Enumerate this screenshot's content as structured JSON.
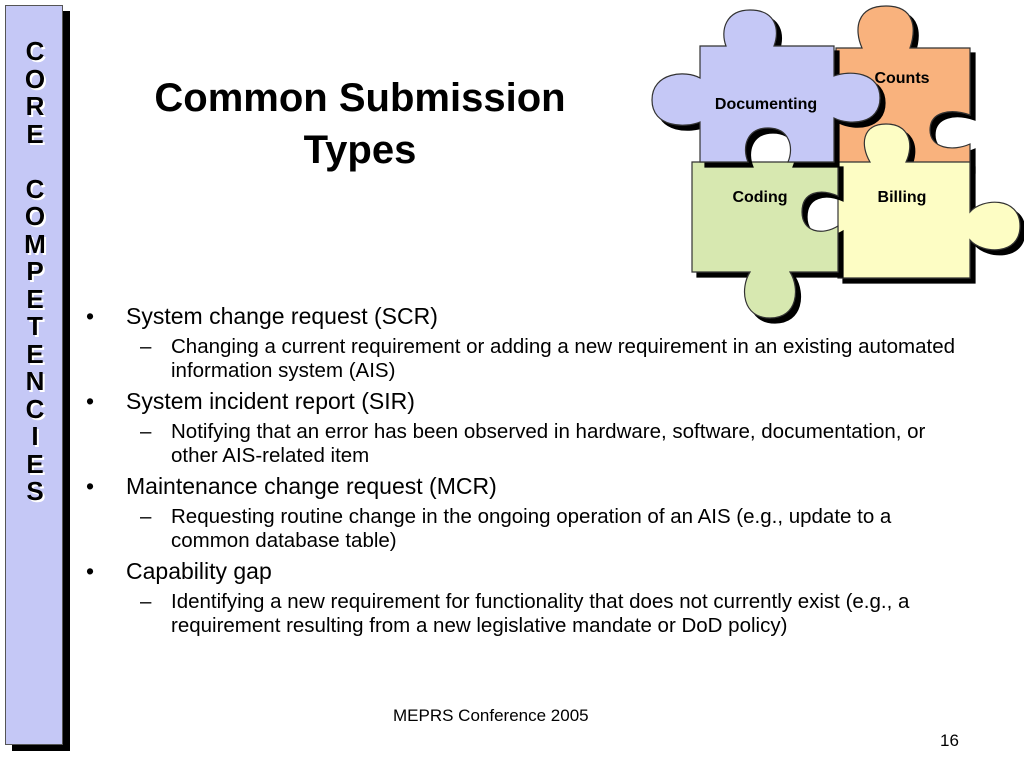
{
  "sidebar": {
    "letters": [
      "C",
      "O",
      "R",
      "E",
      "",
      "C",
      "O",
      "M",
      "P",
      "E",
      "T",
      "E",
      "N",
      "C",
      "I",
      "E",
      "S"
    ]
  },
  "slide": {
    "title_line1": "Common Submission",
    "title_line2": "Types"
  },
  "puzzle": {
    "pieces": [
      {
        "label": "Counts",
        "color": "#f9b27d"
      },
      {
        "label": "Documenting",
        "color": "#c5c8f6"
      },
      {
        "label": "Coding",
        "color": "#d7e8b0"
      },
      {
        "label": "Billing",
        "color": "#fdfdc4"
      }
    ]
  },
  "bullets": [
    {
      "main": "System change request (SCR)",
      "sub": "Changing a current requirement or adding a new requirement in an existing automated information system (AIS)"
    },
    {
      "main": "System incident report (SIR)",
      "sub": "Notifying that an error has been observed in hardware, software, documentation, or other AIS-related item"
    },
    {
      "main": "Maintenance change request (MCR)",
      "sub": "Requesting routine change in the ongoing operation of an AIS (e.g., update to a common database table)"
    },
    {
      "main": "Capability gap",
      "sub": "Identifying a new requirement for functionality that does not currently exist (e.g., a requirement resulting from a new legislative mandate or DoD policy)"
    }
  ],
  "footer": {
    "conference": "MEPRS Conference 2005",
    "page_number": "16"
  }
}
